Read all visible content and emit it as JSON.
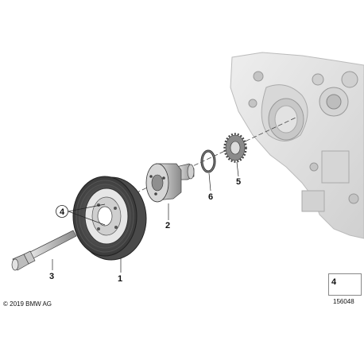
{
  "callouts": {
    "pulley": "1",
    "hub": "2",
    "bolt": "3",
    "screw_detail": "4",
    "sprocket": "5",
    "o_ring": "6"
  },
  "copyright": "© 2019 BMW AG",
  "reference_box": {
    "number": "4"
  },
  "figure_id": "156048"
}
